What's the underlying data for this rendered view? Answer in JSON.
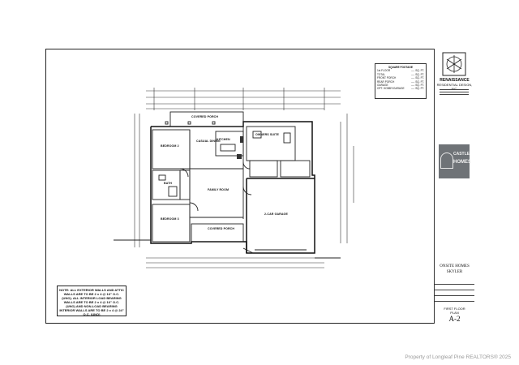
{
  "square_footage": {
    "title": "SQUARE FOOTAGE",
    "rows": [
      {
        "label": "1st FLOOR",
        "value": "---- SQ. FT."
      },
      {
        "label": "TOTAL",
        "value": "---- SQ. FT."
      },
      {
        "label": "FRONT PORCH",
        "value": "---- SQ. FT."
      },
      {
        "label": "REAR PORCH",
        "value": "---- SQ. FT."
      },
      {
        "label": "GARAGE",
        "value": "---- SQ. FT."
      },
      {
        "label": "OPT. HOBBY/GARAGE",
        "value": "---- SQ. FT."
      }
    ]
  },
  "rooms": {
    "covered_porch_top": "COVERED PORCH",
    "owners_suite": "OWNERS SUITE",
    "bedroom_2": "BEDROOM 2",
    "casual_dining": "CASUAL DINING",
    "kitchen": "KITCHEN",
    "family_room": "FAMILY ROOM",
    "bedroom_3": "BEDROOM 3",
    "covered_porch_bottom": "COVERED PORCH",
    "garage": "2-CAR GARAGE",
    "bath": "BATH"
  },
  "note": "NOTE: ALL EXTERIOR WALLS AND ATTIC WALLS ARE TO BE 2 x 4 @ 16\" O.C. (UNO). ALL INTERIOR LOAD BEARING WALLS ARE TO BE 2 x 4 @ 16\" O.C. (UNO) AND NON-LOAD BEARING INTERIOR WALLS ARE TO BE 2 x 4 @ 24\" O.C. (UNO)",
  "title_block": {
    "company": "RENAISSANCE",
    "company_sub": "RESIDENTIAL DESIGN, INC.",
    "builder_line1": "CASTLE",
    "builder_line2": "HOMES",
    "project_line1": "ONSITE HOMES",
    "project_line2": "SKYLER",
    "sheet_title_line1": "FIRST FLOOR",
    "sheet_title_line2": "PLAN",
    "sheet_number": "A-2"
  },
  "copyright": "Property of Longleaf Pine REALTORS® 2025"
}
